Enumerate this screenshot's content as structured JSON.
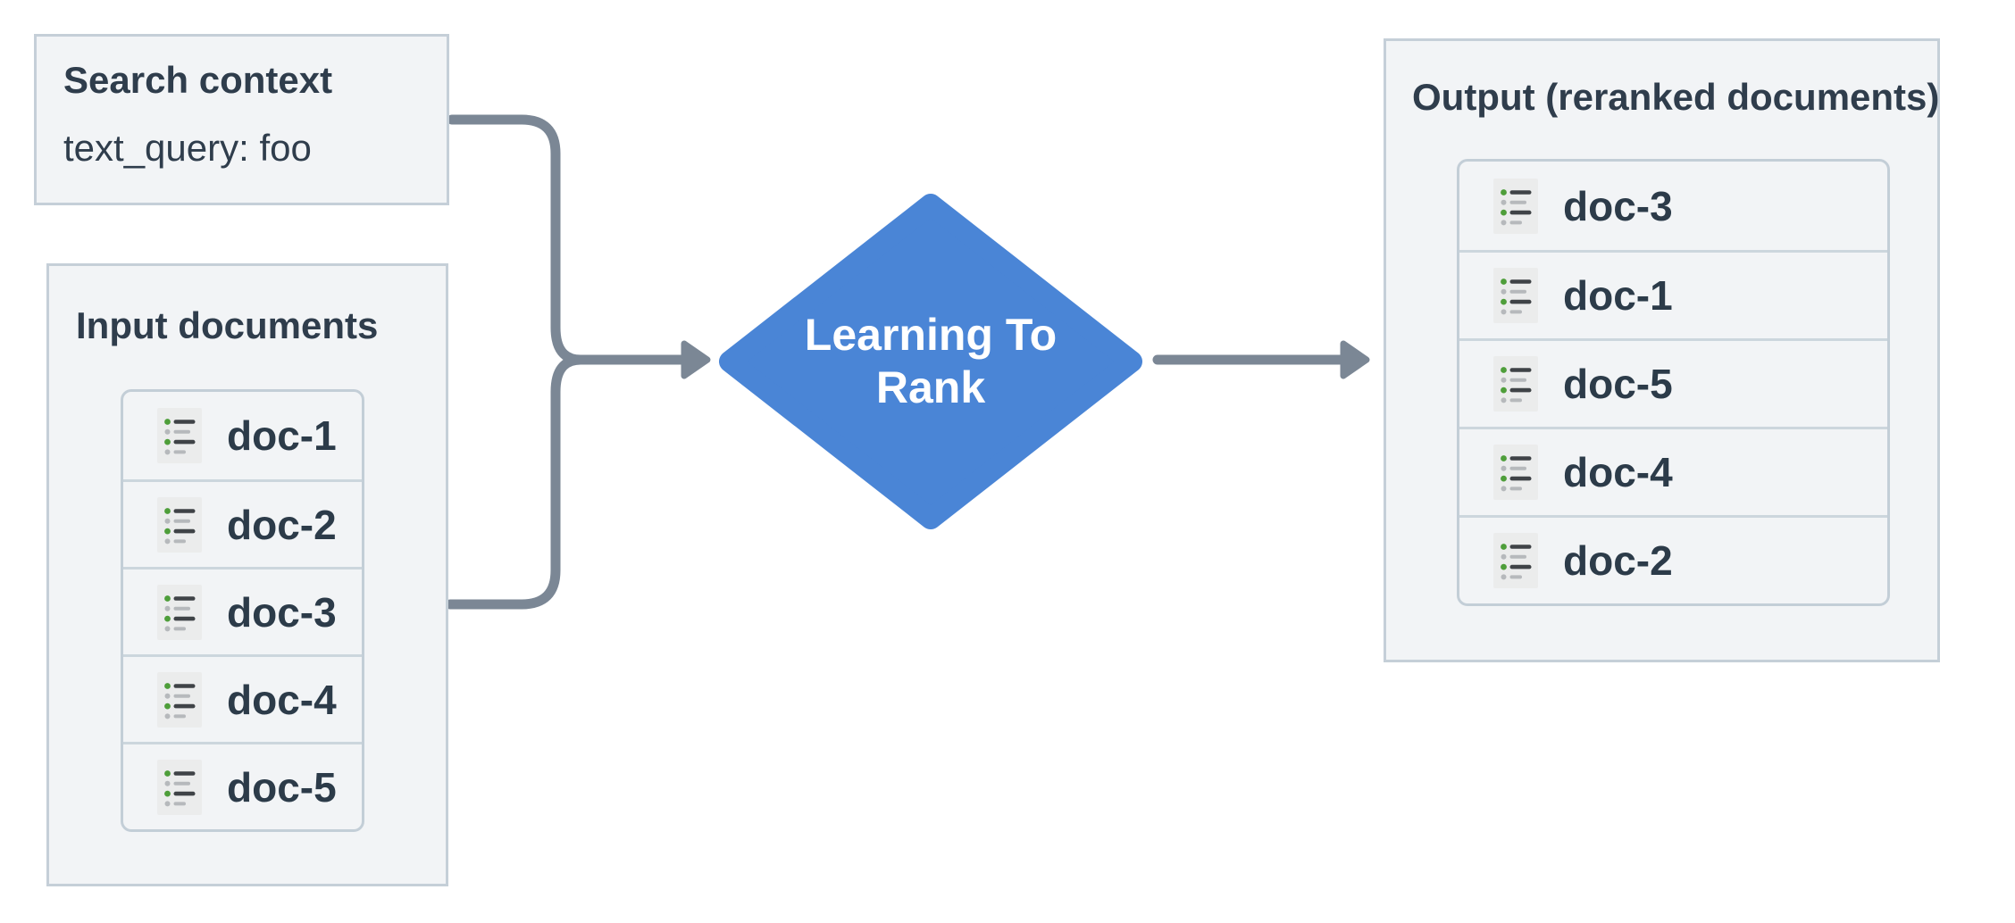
{
  "search_context": {
    "title": "Search context",
    "query_line": "text_query: foo"
  },
  "input_documents": {
    "title": "Input documents",
    "docs": [
      "doc-1",
      "doc-2",
      "doc-3",
      "doc-4",
      "doc-5"
    ]
  },
  "ltr_node": {
    "line1": "Learning To",
    "line2": "Rank"
  },
  "output": {
    "title": "Output (reranked documents)",
    "docs": [
      "doc-3",
      "doc-1",
      "doc-5",
      "doc-4",
      "doc-2"
    ]
  },
  "icons": {
    "doc_icon": "list-icon"
  },
  "colors": {
    "node_blue": "#4a85d6",
    "connector_gray": "#7b8795",
    "box_fill": "#f2f4f6",
    "box_border": "#c5cfd8",
    "list_border": "#c3ced7",
    "row_separator": "#ccd6dd",
    "title_text": "#2f3d4c",
    "doc_text": "#2c3b49",
    "icon_background": "#ebecec",
    "icon_green_dot": "#4e9e3a",
    "icon_gray": "#b6b9bc",
    "icon_dark_line": "#3f4347",
    "ltr_text": "#ffffff"
  }
}
